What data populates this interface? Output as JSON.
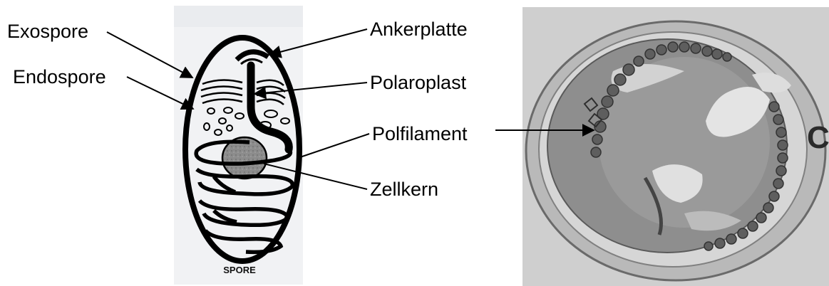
{
  "labels": {
    "exospore": "Exospore",
    "endospore": "Endospore",
    "ankerplatte": "Ankerplatte",
    "polaroplast": "Polaroplast",
    "polfilament": "Polfilament",
    "zellkern": "Zellkern"
  },
  "figure": {
    "caption": "SPORE",
    "panel_letter": "C"
  }
}
